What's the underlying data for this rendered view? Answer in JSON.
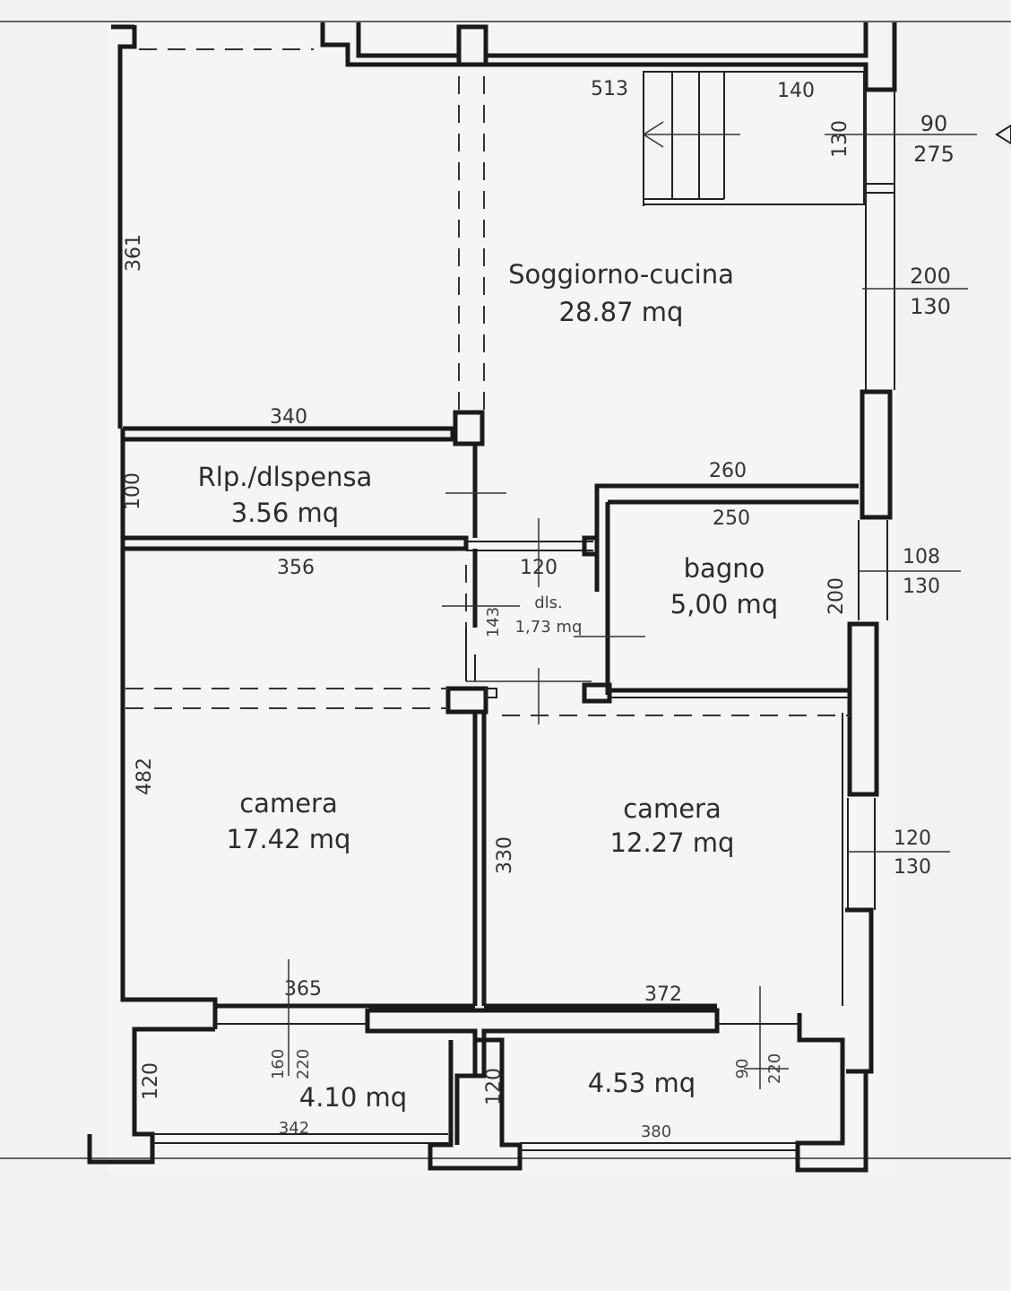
{
  "rooms": {
    "soggiorno": {
      "name": "Soggiorno-cucina",
      "area": "28.87 mq"
    },
    "ripostiglio": {
      "name": "Rlp./dlspensa",
      "area": "3.56 mq"
    },
    "bagno": {
      "name": "bagno",
      "area": "5,00 mq"
    },
    "disimpegno": {
      "name": "dls.",
      "area": "1,73 mq"
    },
    "camera1": {
      "name": "camera",
      "area": "17.42 mq"
    },
    "camera2": {
      "name": "camera",
      "area": "12.27 mq"
    },
    "balcone1": {
      "area": "4.10 mq"
    },
    "balcone2": {
      "area": "4.53 mq"
    }
  },
  "dimensions": {
    "d513": "513",
    "d140": "140",
    "d130_stair": "130",
    "d361": "361",
    "d340": "340",
    "d100": "100",
    "d260": "260",
    "d250": "250",
    "d356": "356",
    "d120_dis": "120",
    "d143": "143",
    "d200_bagno": "200",
    "d482": "482",
    "d330": "330",
    "d365": "365",
    "d372": "372",
    "d160": "160",
    "d220_a": "220",
    "d120_bal1": "120",
    "d342": "342",
    "d120_bal2": "120",
    "d90": "90",
    "d220_b": "220",
    "d380": "380"
  },
  "windows": {
    "w1_top": "90",
    "w1_bottom": "275",
    "w2_top": "200",
    "w2_bottom": "130",
    "w3_top": "108",
    "w3_bottom": "130",
    "w4_top": "120",
    "w4_bottom": "130"
  }
}
